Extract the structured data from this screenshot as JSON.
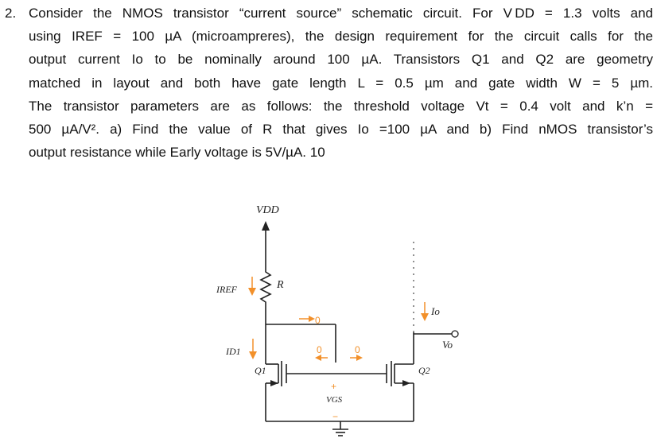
{
  "problem": {
    "number": "2.",
    "lines": [
      "Consider the NMOS transistor “current source” schematic circuit. For V DD = 1.3 volts and",
      "using IREF = 100 µA (microampreres), the design requirement for the circuit calls for the",
      "output current Io to be nominally around 100 µA. Transistors Q1 and Q2 are geometry",
      "matched in layout and both have gate length L = 0.5 µm and gate width W = 5 µm.",
      "The transistor parameters are as follows: the threshold voltage Vt = 0.4 volt and k’n =",
      "500 µA/V². a) Find the value of R that gives Io =100 µA and b) Find nMOS transistor’s",
      "output resistance while Early voltage is 5V/µA. 10"
    ]
  },
  "circuit": {
    "vdd_label": "VDD",
    "iref_label": "IREF",
    "r_label": "R",
    "id1_label": "ID1",
    "q1_label": "Q1",
    "q2_label": "Q2",
    "io_label": "Io",
    "vo_label": "Vo",
    "vgs_label": "VGS",
    "zero_current_labels": [
      "0",
      "0",
      "0"
    ],
    "plus_sign": "+",
    "minus_sign": "−",
    "colors": {
      "wire": "#222222",
      "annotation": "#f2902a"
    }
  }
}
